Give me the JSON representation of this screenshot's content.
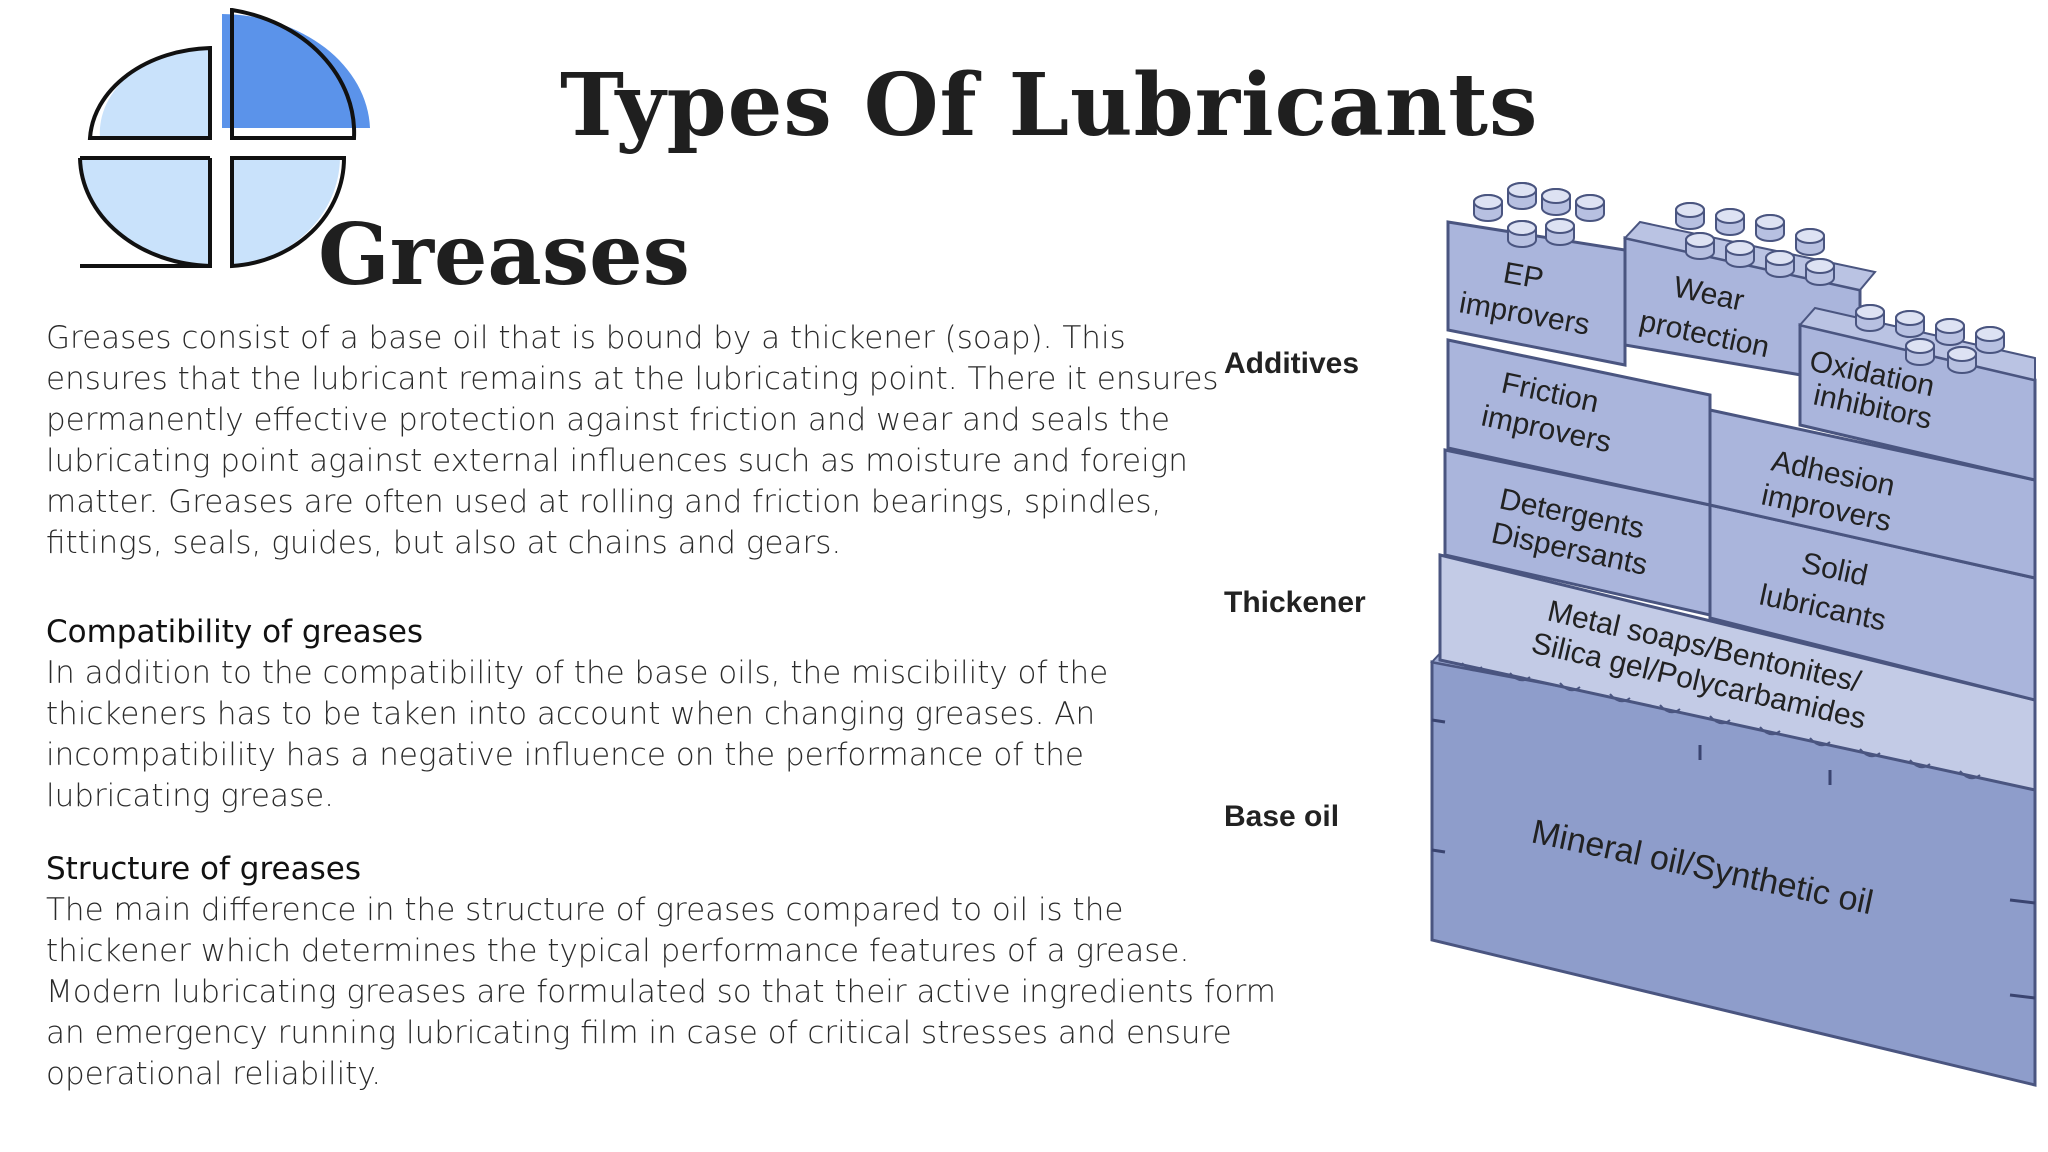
{
  "header": {
    "title": "Types Of Lubricants",
    "subtitle": "Greases"
  },
  "content": {
    "intro": "Greases consist of a base oil that is bound by a thickener (soap). This ensures that the lubricant remains at the lubricating point. There it ensures permanently effective protection against friction and wear and seals the lubricating point against external influences such as moisture and foreign matter. Greases are often used at rolling and friction bearings, spindles, fittings, seals, guides, but also at chains and gears.",
    "compatibility_heading": "Compatibility of greases",
    "compatibility_text": "In addition to the compatibility of the base oils, the miscibility of the thickeners has to be taken into account when changing greases. An incompatibility has a negative influence on the performance of the lubricating grease.",
    "structure_heading": "Structure of greases",
    "structure_text": "The main difference in the structure of greases compared to oil is the thickener which determines the typical performance features of a grease. Modern lubricating greases are formulated so that their active ingredients form an emergency running lubricating film in case of critical stresses and ensure operational reliability."
  },
  "diagram": {
    "layer_labels": {
      "additives": "Additives",
      "thickener": "Thickener",
      "base_oil": "Base oil"
    },
    "blocks": {
      "ep": [
        "EP",
        "improvers"
      ],
      "wear": [
        "Wear",
        "protection"
      ],
      "oxidation": [
        "Oxidation",
        "inhibitors"
      ],
      "friction": [
        "Friction",
        "improvers"
      ],
      "adhesion": [
        "Adhesion",
        "improvers"
      ],
      "detergents": [
        "Detergents",
        "Dispersants"
      ],
      "solid": [
        "Solid",
        "lubricants"
      ],
      "thickener": [
        "Metal soaps/Bentonites/",
        "Silica gel/Polycarbamides"
      ],
      "base_oil": "Mineral oil/Synthetic oil"
    },
    "colors": {
      "block_light": "#c3cbe6",
      "block_mid": "#aab5dc",
      "base_oil": "#8e9dcb",
      "outline": "#4a5580"
    }
  },
  "logo": {
    "icon": "quartered-circle-logo-icon",
    "colors": {
      "accent": "#5b93ea",
      "light": "#c9e2fb",
      "outline": "#111111"
    }
  }
}
